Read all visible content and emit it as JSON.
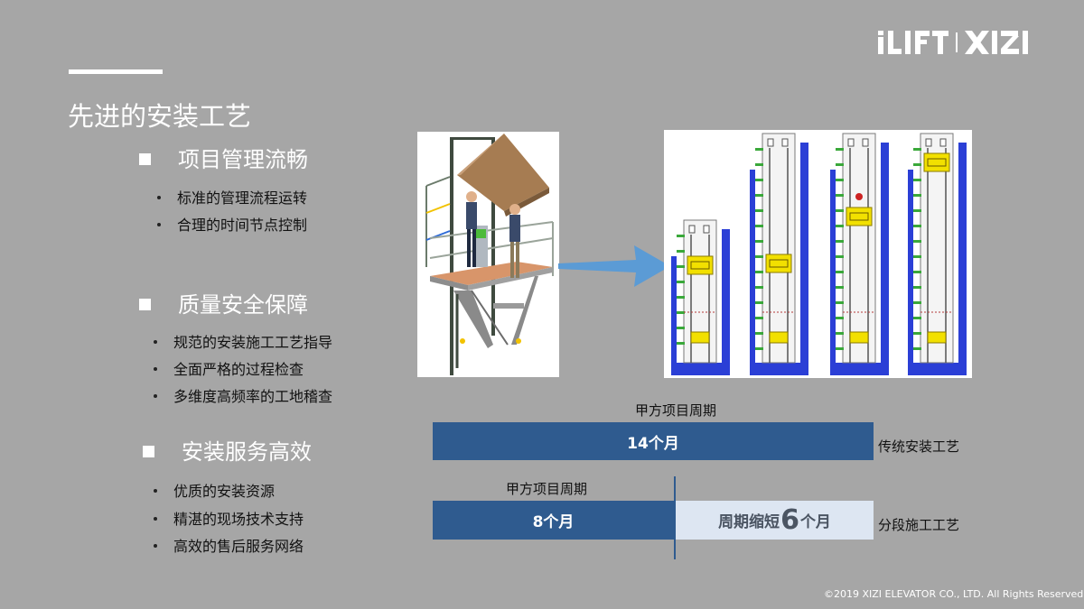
{
  "brand": {
    "logo_text": "iLIFT | XIZI"
  },
  "title": "先进的安装工艺",
  "sections": [
    {
      "heading": "项目管理流畅",
      "bullets": [
        "标准的管理流程运转",
        "合理的时间节点控制"
      ]
    },
    {
      "heading": "质量安全保障",
      "bullets": [
        "规范的安装施工工艺指导",
        "全面严格的过程检查",
        "多维度高频率的工地稽查"
      ]
    },
    {
      "heading": "安装服务高效",
      "bullets": [
        "优质的安装资源",
        "精湛的现场技术支持",
        "高效的售后服务网络"
      ]
    }
  ],
  "comparison": {
    "traditional": {
      "period_label": "甲方项目周期",
      "duration": "14个月",
      "method": "传统安装工艺"
    },
    "staged": {
      "period_label": "甲方项目周期",
      "duration": "8个月",
      "saving_prefix": "周期缩短",
      "saving_number": "6",
      "saving_suffix": "个月",
      "method": "分段施工工艺"
    }
  },
  "colors": {
    "background": "#a6a6a6",
    "bar_dark": "#2f5b8f",
    "bar_light": "#dde6f2",
    "arrow": "#5b9bd5"
  },
  "footer": {
    "copyright": "©2019 XIZI ELEVATOR CO., LTD. All Rights Reserved."
  }
}
